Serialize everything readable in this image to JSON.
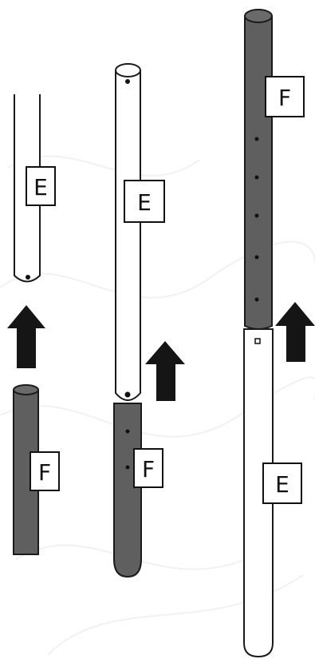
{
  "labels": {
    "left_top": "E",
    "left_bottom": "F",
    "middle_top": "E",
    "middle_bottom": "F",
    "right_top": "F",
    "right_bottom": "E"
  },
  "colors": {
    "tube_dark": "#5f5f5f",
    "tube_light": "#ffffff",
    "outline": "#1a1a1a",
    "arrow": "#151515",
    "background": "#ffffff"
  },
  "icons": {
    "assembly_arrow": "arrow-up-icon"
  }
}
